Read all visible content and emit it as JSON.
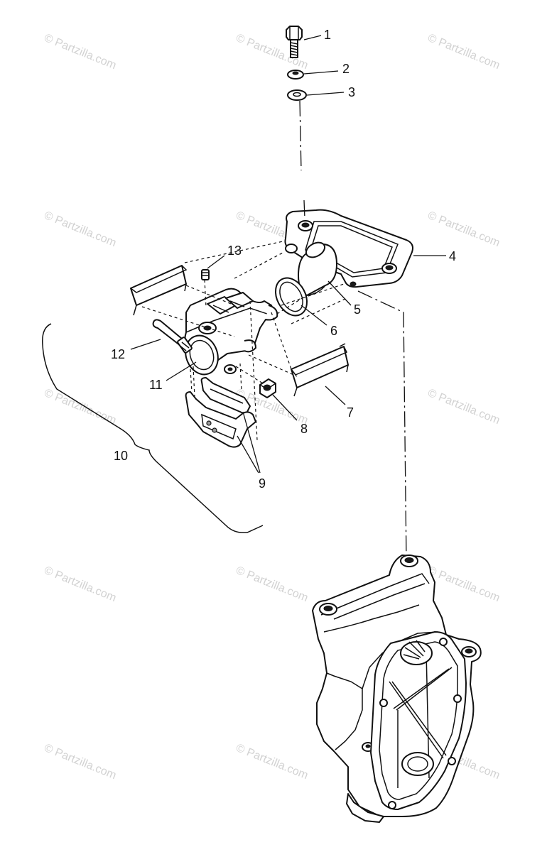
{
  "watermark": {
    "text": "© Partzilla.com"
  },
  "callouts": [
    {
      "id": "1",
      "label": "1"
    },
    {
      "id": "2",
      "label": "2"
    },
    {
      "id": "3",
      "label": "3"
    },
    {
      "id": "4",
      "label": "4"
    },
    {
      "id": "5",
      "label": "5"
    },
    {
      "id": "6",
      "label": "6"
    },
    {
      "id": "7",
      "label": "7"
    },
    {
      "id": "8",
      "label": "8"
    },
    {
      "id": "9",
      "label": "9"
    },
    {
      "id": "10",
      "label": "10"
    },
    {
      "id": "11",
      "label": "11"
    },
    {
      "id": "12",
      "label": "12"
    },
    {
      "id": "13",
      "label": "13"
    }
  ]
}
